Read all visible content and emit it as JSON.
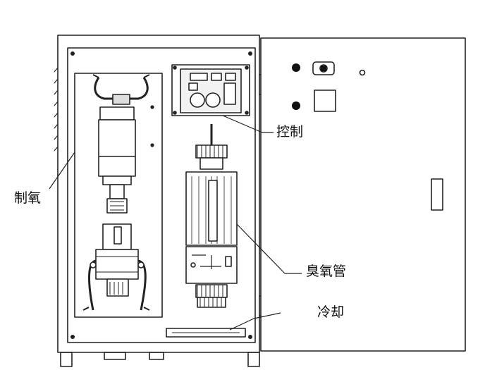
{
  "labels": {
    "control": "控制",
    "oxygen": "制氧",
    "ozone_tube": "臭氧管",
    "cooling": "冷却"
  },
  "colors": {
    "line": "#222222",
    "fill_light": "#f2f2f2",
    "fill_dark": "#1a1a1a"
  }
}
